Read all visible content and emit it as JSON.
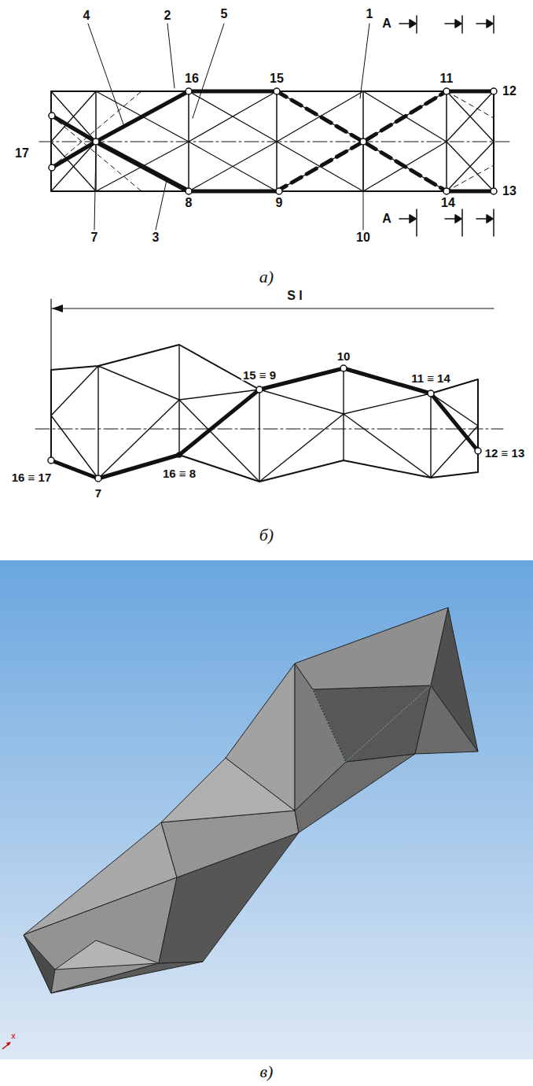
{
  "diagram": {
    "labels": [
      "4",
      "2",
      "5",
      "1",
      "А",
      "16",
      "15",
      "11",
      "12",
      "17",
      "13",
      "8",
      "9",
      "14",
      "А",
      "10",
      "7",
      "3",
      "а)",
      "S l",
      "15 ≡ 9",
      "10",
      "11 ≡ 14",
      "16 ≡ 17",
      "7",
      "16 ≡ 8",
      "12 ≡ 13",
      "б)",
      "x",
      "в)"
    ]
  }
}
